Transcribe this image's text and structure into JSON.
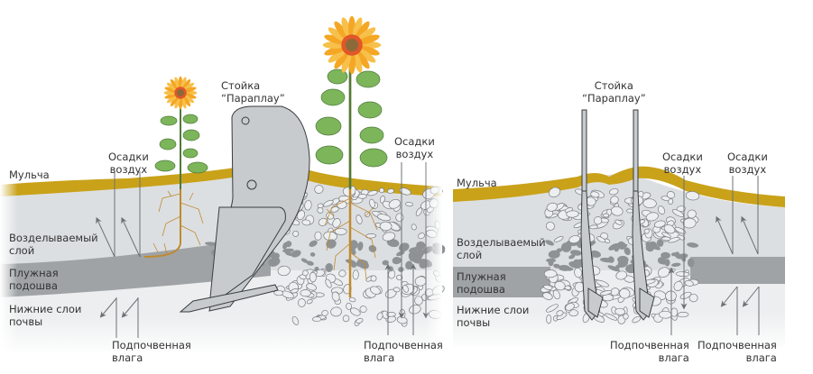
{
  "colors": {
    "background": "#ffffff",
    "mulch": "#c9a21a",
    "cultivated_layer": "#dcdfe2",
    "plow_pan": "#9fa3a6",
    "lower_layers": "#eceeef",
    "stone_fill": "#eceef0",
    "stone_outline": "#7a7e82",
    "compacted_stone": "#8e9295",
    "implement": "#c7cbce",
    "implement_outline": "#3a3d40",
    "root": "#c08a2e",
    "stem": "#4f7a3a",
    "leaf": "#7cb55a",
    "petal": "#f5a623",
    "flower_center": "#b8452c",
    "arrow": "#6d7174"
  },
  "left_panel": {
    "layers": {
      "mulch": "Мульча",
      "cultivated": "Возделываемый\nслой",
      "plow_pan": "Плужная\nподошва",
      "lower": "Нижние слои\nпочвы"
    },
    "tool_label": "Стойка\n“Параплау”",
    "precip_labels": [
      "Осадки\nвоздух",
      "Осадки\nвоздух"
    ],
    "moisture_labels": [
      "Подпочвенная\nвлага",
      "Подпочвенная\nвлага"
    ]
  },
  "right_panel": {
    "layers": {
      "mulch": "Мульча",
      "cultivated": "Возделываемый\nслой",
      "plow_pan": "Плужная\nподошва",
      "lower": "Нижние слои\nпочвы"
    },
    "tool_label": "Стойка\n“Параплау”",
    "precip_labels": [
      "Осадки\nвоздух",
      "Осадки\nвоздух"
    ],
    "moisture_labels": [
      "Подпочвенная\nвлага",
      "Подпочвенная\nвлага"
    ]
  }
}
